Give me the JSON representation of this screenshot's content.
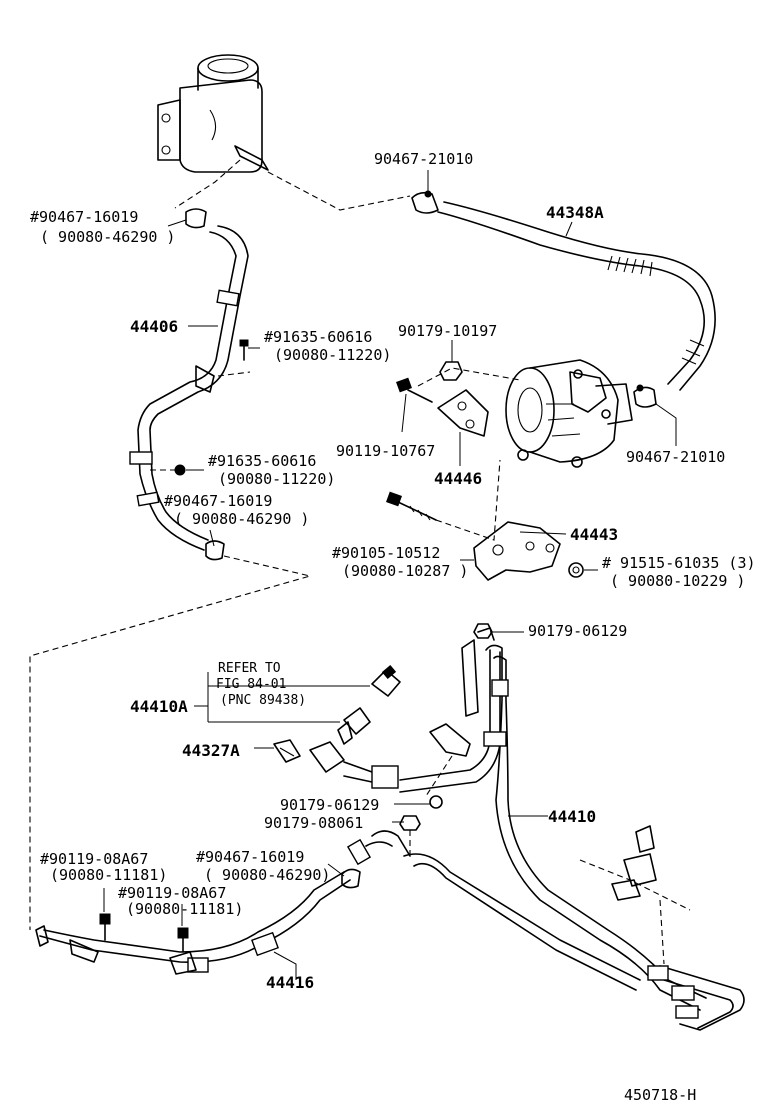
{
  "callouts": {
    "clamp_top": "90467-21010",
    "hose_44348A": "44348A",
    "clamp_tl": "#90467-16019",
    "clamp_tl_alt": "( 90080-46290 )",
    "tube_44406": "44406",
    "bolt_a": "#91635-60616",
    "bolt_a_alt": "(90080-11220)",
    "nut_1": "90179-10197",
    "bolt_b": "90119-10767",
    "bracket_44446": "44446",
    "clamp_right": "90467-21010",
    "bolt_c": "#91635-60616",
    "bolt_c_alt": "(90080-11220)",
    "clamp_mid": "#90467-16019",
    "clamp_mid_alt": "( 90080-46290 )",
    "bracket_44443": "44443",
    "bolt_d": "#90105-10512",
    "bolt_d_alt": "(90080-10287 )",
    "nut_e": "# 91515-61035 (3)",
    "nut_e_alt": "( 90080-10229 )",
    "nut_f": "90179-06129",
    "refer_1": "REFER TO",
    "refer_2": "FIG 84-01",
    "refer_3": "(PNC 89438)",
    "switch_44410A": "44410A",
    "clip_44327A": "44327A",
    "nut_g": "90179-06129",
    "nut_h": "90179-08061",
    "tube_44410": "44410",
    "bolt_i": "#90119-08A67",
    "bolt_i_alt": "(90080-11181)",
    "clamp_low": "#90467-16019",
    "clamp_low_alt": "( 90080-46290)",
    "bolt_j": "#90119-08A67",
    "bolt_j_alt": "(90080-11181)",
    "hose_44416": "44416"
  },
  "footer": {
    "figure_id": "450718-H"
  }
}
